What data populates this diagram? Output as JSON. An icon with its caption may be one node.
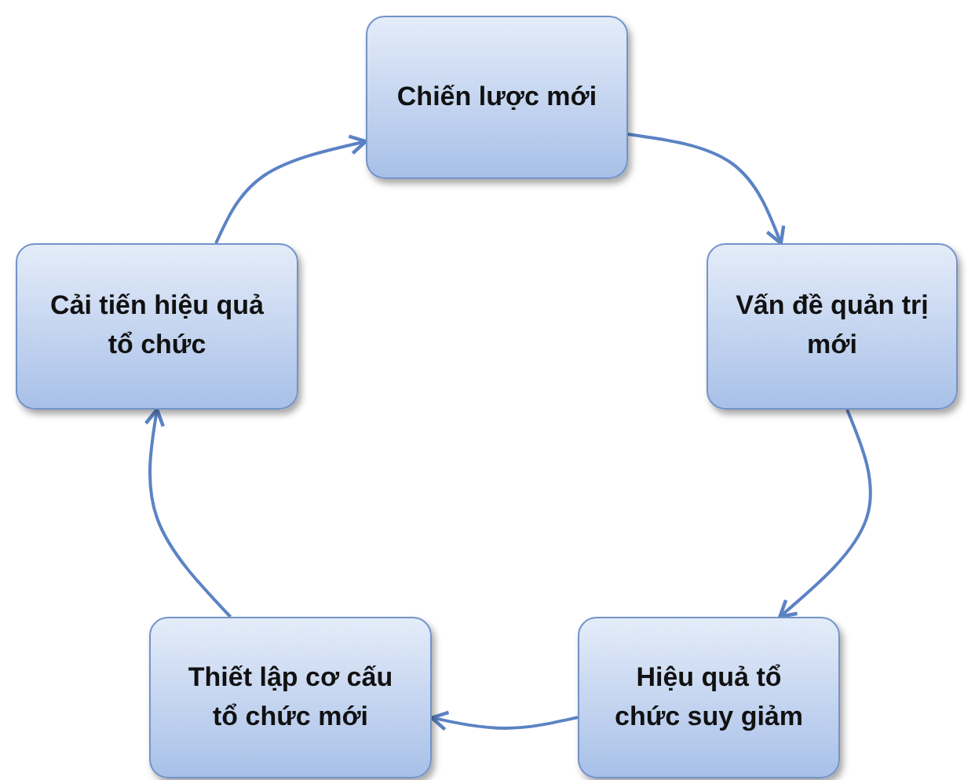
{
  "diagram": {
    "nodes": [
      {
        "text": [
          "Chiến lược mới"
        ]
      },
      {
        "text": [
          "Vấn đề quản trị mới"
        ]
      },
      {
        "text": [
          "Hiệu quả tổ chức suy giảm"
        ]
      },
      {
        "text": [
          "Thiết lập cơ cấu tổ chức mới"
        ]
      },
      {
        "text": [
          "Cải tiến hiệu quả tổ chức"
        ]
      }
    ],
    "edges": [
      {
        "from": 0,
        "to": 1,
        "arrow": "to"
      },
      {
        "from": 1,
        "to": 2,
        "arrow": "to"
      },
      {
        "from": 2,
        "to": 3,
        "arrow": "to"
      },
      {
        "from": 3,
        "to": 4,
        "arrow": "to"
      },
      {
        "from": 4,
        "to": 0,
        "arrow": "to"
      }
    ]
  }
}
